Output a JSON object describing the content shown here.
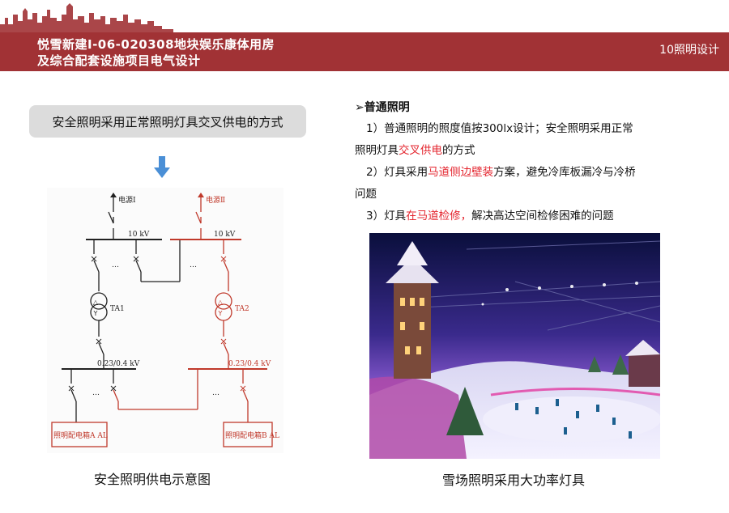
{
  "header": {
    "title_line1": "悦雪新建I-06-020308地块娱乐康体用房",
    "title_line2": "及综合配套设施项目电气设计",
    "section": "10照明设计",
    "bar_color": "#a13235"
  },
  "left": {
    "callout": "安全照明采用正常照明灯具交叉供电的方式",
    "caption": "安全照明供电示意图",
    "diagram": {
      "source1": "电源Ⅰ",
      "source2": "电源Ⅱ",
      "hv_left": "10 kV",
      "hv_right": "10 kV",
      "ellipsis": "…",
      "transformer1": "TA1",
      "transformer2": "TA2",
      "lv_left": "0.23/0.4 kV",
      "lv_right": "0.23/0.4 kV",
      "box_left": "照明配电箱A AL",
      "box_right": "照明配电箱B AL",
      "colors": {
        "normal": "#222222",
        "red": "#c0392b"
      }
    }
  },
  "right": {
    "heading": "普通照明",
    "p1_a": "1）普通照明的照度值按300lx设计；安全照明采用正常",
    "p1_b": "照明灯具",
    "p1_hl": "交叉供电",
    "p1_c": "的方式",
    "p2_a": "2）灯具采用",
    "p2_hl": "马道侧边壁装",
    "p2_b": "方案，避免冷库板漏冷与冷桥",
    "p2_c": "问题",
    "p3_a": "3）灯具",
    "p3_hl": "在马道检修，",
    "p3_b": "解决高达空间检修困难的问题",
    "caption": "雪场照明采用大功率灯具",
    "highlight_color": "#e4262f"
  }
}
